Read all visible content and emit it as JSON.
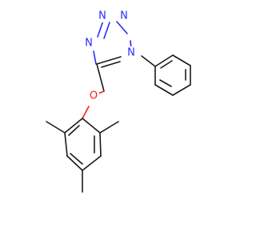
{
  "molecule": {
    "atoms": {
      "n1": "N",
      "n2": "N",
      "n3": "N",
      "n4": "N",
      "o1": "O"
    },
    "colors": {
      "bond": "#1a1a1a",
      "nitrogen": "#2a2aff",
      "oxygen": "#ff1a1a"
    }
  }
}
